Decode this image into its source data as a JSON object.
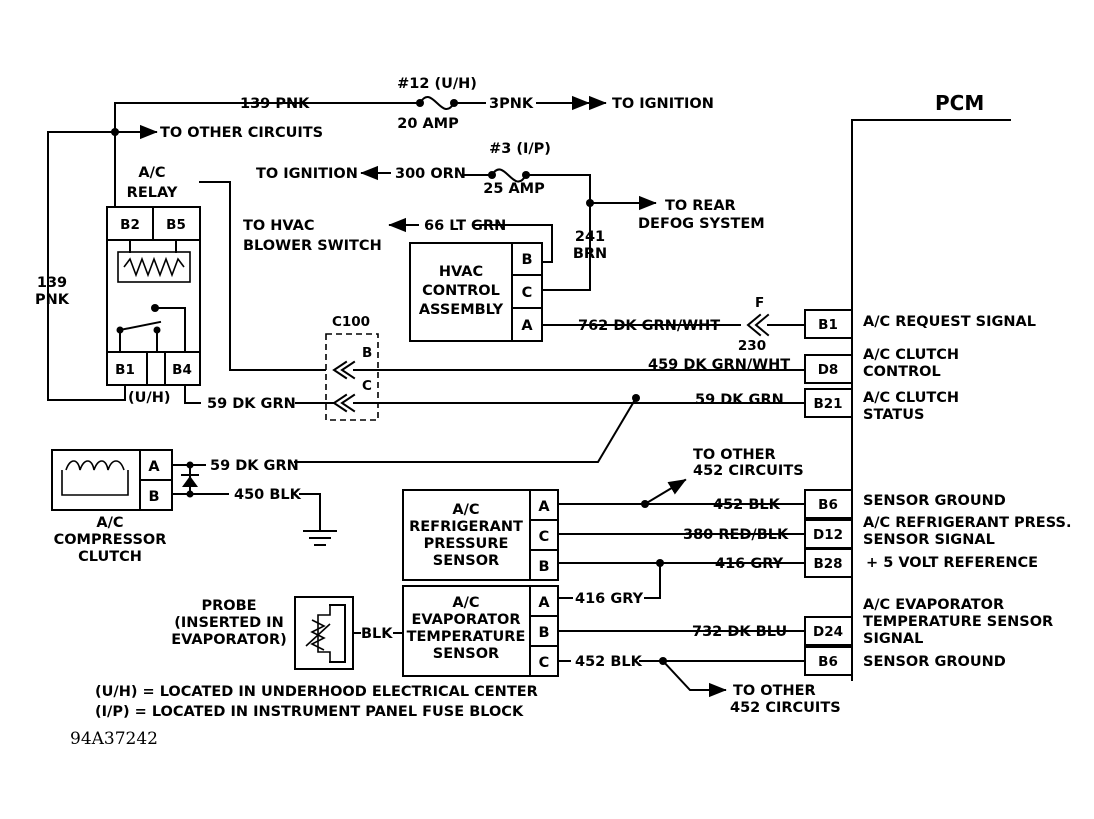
{
  "pcm": {
    "title": "PCM"
  },
  "fuses": {
    "f12_name": "#12 (U/H)",
    "f12_rating": "20 AMP",
    "f3_name": "#3 (I/P)",
    "f3_rating": "25 AMP"
  },
  "wires": {
    "w139_top": "139 PNK",
    "w3pnk": "3PNK",
    "to_ignition_1": "TO IGNITION",
    "to_other_circuits": "TO OTHER CIRCUITS",
    "to_ignition_2": "TO IGNITION",
    "w300": "300 ORN",
    "to_rear": "TO REAR",
    "defog": "DEFOG SYSTEM",
    "to_hvac": "TO HVAC",
    "blower": "BLOWER SWITCH",
    "w66": "66 LT GRN",
    "w241": "241",
    "brn": "BRN",
    "w139_side_1": "139",
    "w139_side_2": "PNK",
    "w762": "762 DK GRN/WHT",
    "conn_f": "F",
    "conn_230": "230",
    "w459": "459 DK GRN/WHT",
    "w59_left": "59 DK GRN",
    "w59_right": "59 DK GRN",
    "w59_comp": "59 DK GRN",
    "w450": "450 BLK",
    "to_other_452_a1": "TO OTHER",
    "to_other_452_a2": "452 CIRCUITS",
    "w452_top": "452 BLK",
    "w380": "380 RED/BLK",
    "w416_right": "416 GRY",
    "w416_left": "416 GRY",
    "w732": "732 DK BLU",
    "w452_bottom": "452 BLK",
    "to_other_452_b1": "TO OTHER",
    "to_other_452_b2": "452 CIRCUITS",
    "blk": "BLK"
  },
  "relay": {
    "label_1": "A/C",
    "label_2": "RELAY",
    "pins": [
      "B2",
      "B5",
      "B1",
      "B4"
    ],
    "location": "(U/H)"
  },
  "c100": {
    "label": "C100",
    "pin_b": "B",
    "pin_c": "C"
  },
  "hvac": {
    "line1": "HVAC",
    "line2": "CONTROL",
    "line3": "ASSEMBLY",
    "pins": [
      "B",
      "C",
      "A"
    ]
  },
  "compressor": {
    "pins": [
      "A",
      "B"
    ],
    "line1": "A/C",
    "line2": "COMPRESSOR",
    "line3": "CLUTCH"
  },
  "pressure_sensor": {
    "line1": "A/C",
    "line2": "REFRIGERANT",
    "line3": "PRESSURE",
    "line4": "SENSOR",
    "pins": [
      "A",
      "C",
      "B"
    ]
  },
  "evap_sensor": {
    "line1": "A/C",
    "line2": "EVAPORATOR",
    "line3": "TEMPERATURE",
    "line4": "SENSOR",
    "pins": [
      "A",
      "B",
      "C"
    ]
  },
  "probe": {
    "line1": "PROBE",
    "line2": "(INSERTED IN",
    "line3": "EVAPORATOR)"
  },
  "pcm_pins": [
    {
      "pin": "B1",
      "label1": "A/C REQUEST SIGNAL",
      "label2": ""
    },
    {
      "pin": "D8",
      "label1": "A/C CLUTCH",
      "label2": "CONTROL"
    },
    {
      "pin": "B21",
      "label1": "A/C CLUTCH",
      "label2": "STATUS"
    },
    {
      "pin": "B6",
      "label1": "SENSOR GROUND",
      "label2": ""
    },
    {
      "pin": "D12",
      "label1": "A/C REFRIGERANT PRESS.",
      "label2": "SENSOR SIGNAL"
    },
    {
      "pin": "B28",
      "label1": "+ 5 VOLT REFERENCE",
      "label2": ""
    },
    {
      "pin": "D24",
      "label1": "A/C EVAPORATOR",
      "label2": "TEMPERATURE SENSOR",
      "label3": "SIGNAL"
    },
    {
      "pin": "B6",
      "label1": "SENSOR GROUND",
      "label2": ""
    }
  ],
  "legend": {
    "uh": "(U/H) = LOCATED IN UNDERHOOD ELECTRICAL CENTER",
    "ip": "(I/P) = LOCATED IN INSTRUMENT PANEL FUSE BLOCK"
  },
  "figure_id": "94A37242"
}
